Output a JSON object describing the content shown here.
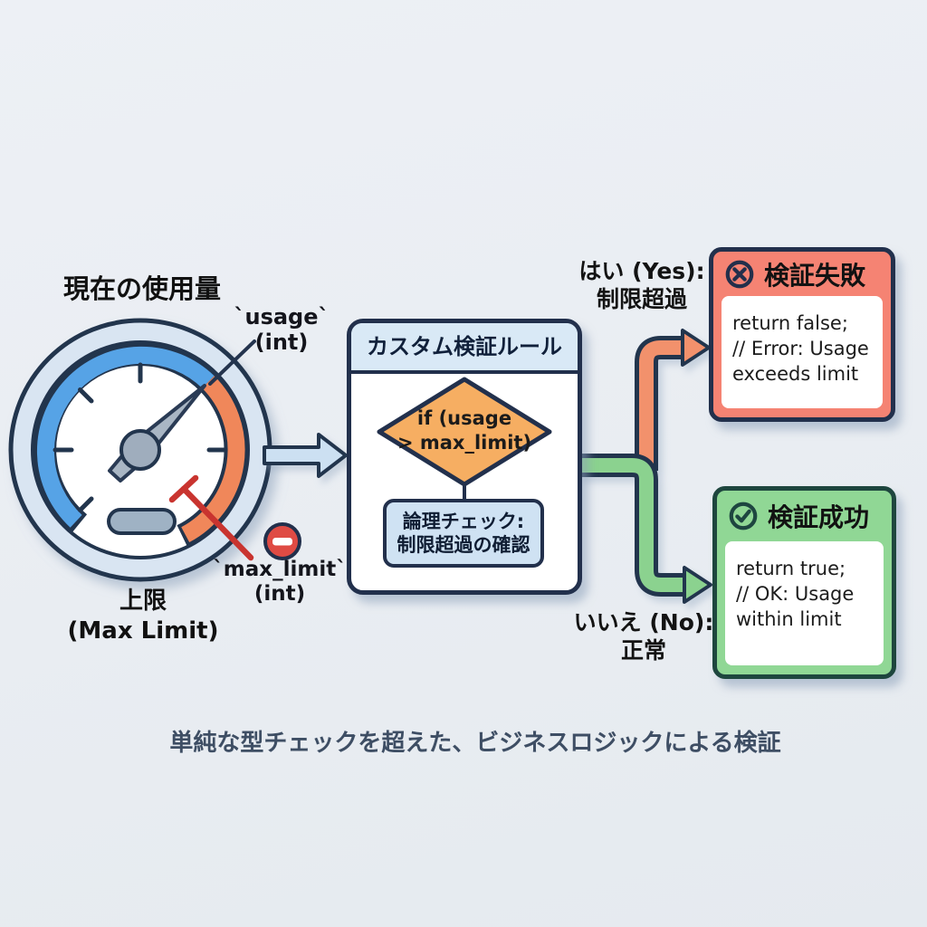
{
  "page": {
    "background": "#E9EDF2",
    "caption": "単純な型チェックを超えた、ビジネスロジックによる検証"
  },
  "gauge": {
    "title": "現在の使用量",
    "usage_label": {
      "line1": "`usage`",
      "line2": "(int)"
    },
    "max_limit_label": {
      "line1": "`max_limit`",
      "line2": "(int)"
    },
    "caption": {
      "line1": "上限",
      "line2": "(Max Limit)"
    },
    "colors": {
      "ring": "#D9E5F2",
      "blue_arc": "#57A3E6",
      "orange_arc": "#F0875A",
      "needle": "#A9B6C4",
      "limit_marker": "#C9342F",
      "minus_badge": "#DF4B44"
    }
  },
  "validator": {
    "header": "カスタム検証ルール",
    "condition": {
      "line1": "if (usage",
      "line2": "> max_limit)"
    },
    "logic_note": {
      "line1": "論理チェック:",
      "line2": "制限超過の確認"
    },
    "colors": {
      "header_bg": "#D9E9F6",
      "diamond": "#F6AE62",
      "note_bg": "#CFE2F3"
    }
  },
  "branches": {
    "yes": {
      "label_line1": "はい (Yes):",
      "label_line2": "制限超過",
      "color": "#F2916C"
    },
    "no": {
      "label_line1": "いいえ (No):",
      "label_line2": "正常",
      "color": "#8BD28F"
    }
  },
  "fail_box": {
    "title": "検証失敗",
    "header_bg": "#F58373",
    "code": [
      "return false;",
      "// Error: Usage",
      "exceeds limit"
    ]
  },
  "success_box": {
    "title": "検証成功",
    "header_bg": "#90D795",
    "code": [
      "return true;",
      "// OK: Usage",
      "within limit"
    ]
  }
}
